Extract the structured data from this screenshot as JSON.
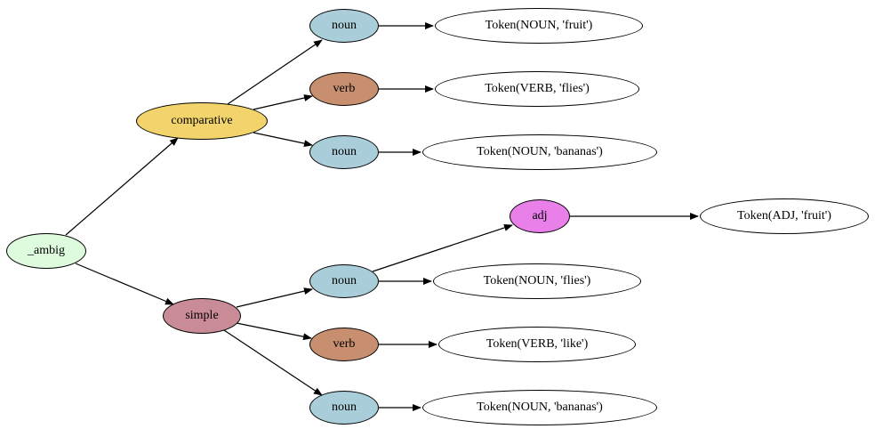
{
  "diagram": {
    "type": "parse-tree",
    "background": "#ffffff",
    "edge_color": "#000000",
    "node_border_color": "#000000",
    "palette": {
      "ambig_fill": "#defbde",
      "comparative_fill": "#f2d36c",
      "simple_fill": "#c98b96",
      "noun_fill": "#a9cdd9",
      "verb_fill": "#c78e70",
      "adj_fill": "#e97fe9",
      "token_fill": "#ffffff"
    },
    "nodes": [
      {
        "id": "ambig",
        "label": "_ambig",
        "fill": "#defbde"
      },
      {
        "id": "comparative",
        "label": "comparative",
        "fill": "#f2d36c"
      },
      {
        "id": "simple",
        "label": "simple",
        "fill": "#c98b96"
      },
      {
        "id": "noun-c1",
        "label": "noun",
        "fill": "#a9cdd9"
      },
      {
        "id": "verb-c1",
        "label": "verb",
        "fill": "#c78e70"
      },
      {
        "id": "noun-c2",
        "label": "noun",
        "fill": "#a9cdd9"
      },
      {
        "id": "noun-s1",
        "label": "noun",
        "fill": "#a9cdd9"
      },
      {
        "id": "verb-s1",
        "label": "verb",
        "fill": "#c78e70"
      },
      {
        "id": "noun-s2",
        "label": "noun",
        "fill": "#a9cdd9"
      },
      {
        "id": "adj",
        "label": "adj",
        "fill": "#e97fe9"
      },
      {
        "id": "token-noun-fruit",
        "label": "Token(NOUN, 'fruit')",
        "fill": "#ffffff"
      },
      {
        "id": "token-verb-flies",
        "label": "Token(VERB, 'flies')",
        "fill": "#ffffff"
      },
      {
        "id": "token-noun-bananas-1",
        "label": "Token(NOUN, 'bananas')",
        "fill": "#ffffff"
      },
      {
        "id": "token-adj-fruit",
        "label": "Token(ADJ, 'fruit')",
        "fill": "#ffffff"
      },
      {
        "id": "token-noun-flies",
        "label": "Token(NOUN, 'flies')",
        "fill": "#ffffff"
      },
      {
        "id": "token-verb-like",
        "label": "Token(VERB, 'like')",
        "fill": "#ffffff"
      },
      {
        "id": "token-noun-bananas-2",
        "label": "Token(NOUN, 'bananas')",
        "fill": "#ffffff"
      }
    ],
    "edges": [
      {
        "from": "ambig",
        "to": "comparative"
      },
      {
        "from": "ambig",
        "to": "simple"
      },
      {
        "from": "comparative",
        "to": "noun-c1"
      },
      {
        "from": "comparative",
        "to": "verb-c1"
      },
      {
        "from": "comparative",
        "to": "noun-c2"
      },
      {
        "from": "noun-c1",
        "to": "token-noun-fruit"
      },
      {
        "from": "verb-c1",
        "to": "token-verb-flies"
      },
      {
        "from": "noun-c2",
        "to": "token-noun-bananas-1"
      },
      {
        "from": "simple",
        "to": "noun-s1"
      },
      {
        "from": "simple",
        "to": "verb-s1"
      },
      {
        "from": "simple",
        "to": "noun-s2"
      },
      {
        "from": "noun-s1",
        "to": "adj"
      },
      {
        "from": "noun-s1",
        "to": "token-noun-flies"
      },
      {
        "from": "adj",
        "to": "token-adj-fruit"
      },
      {
        "from": "verb-s1",
        "to": "token-verb-like"
      },
      {
        "from": "noun-s2",
        "to": "token-noun-bananas-2"
      }
    ]
  }
}
